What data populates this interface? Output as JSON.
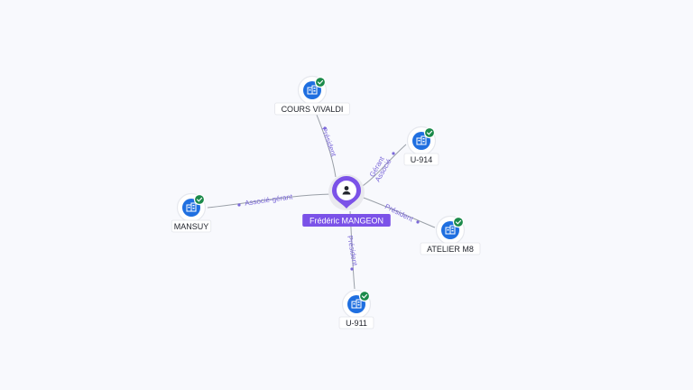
{
  "colors": {
    "background": "#f8f9fd",
    "person_accent": "#7b52e8",
    "company_icon": "#1f6fe0",
    "verified_badge": "#1b8a4a",
    "edge_label": "#7b68d9"
  },
  "center": {
    "name": "Frédéric MANGEON",
    "icon": "person-icon"
  },
  "companies": [
    {
      "id": "cours-vivaldi",
      "name": "COURS VIVALDI",
      "icon": "building-icon",
      "verified": true
    },
    {
      "id": "u-914",
      "name": "U-914",
      "icon": "building-icon",
      "verified": true
    },
    {
      "id": "mansuy",
      "name": "MANSUY",
      "icon": "building-icon",
      "verified": true
    },
    {
      "id": "atelier-m8",
      "name": "ATELIER M8",
      "icon": "building-icon",
      "verified": true
    },
    {
      "id": "u-911",
      "name": "U-911",
      "icon": "building-icon",
      "verified": true
    }
  ],
  "relations": [
    {
      "target": "cours-vivaldi",
      "labels": [
        "Président"
      ]
    },
    {
      "target": "u-914",
      "labels": [
        "Gérant",
        "Associé"
      ]
    },
    {
      "target": "mansuy",
      "labels": [
        "Associé-gérant"
      ]
    },
    {
      "target": "atelier-m8",
      "labels": [
        "Président"
      ]
    },
    {
      "target": "u-911",
      "labels": [
        "Président"
      ]
    }
  ]
}
